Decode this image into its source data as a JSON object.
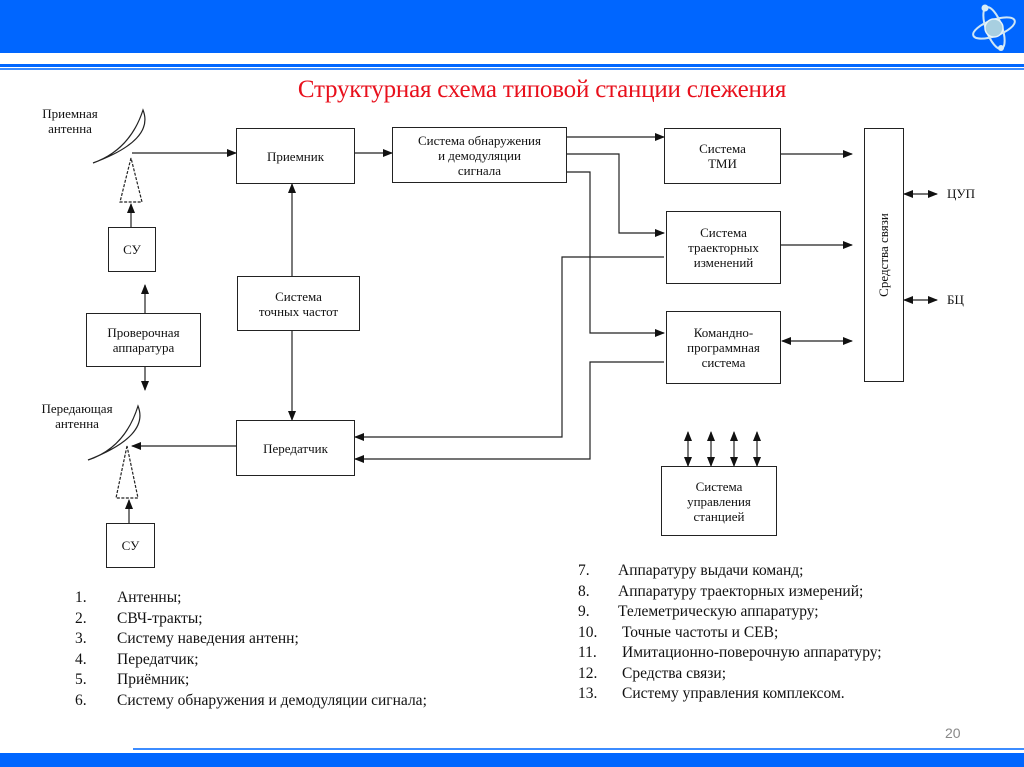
{
  "slide": {
    "title": "Структурная схема типовой станции слежения",
    "page_number": "20",
    "colors": {
      "header_blue": "#0066ff",
      "title_red": "#e8101c"
    },
    "logo_icon": "atom-icon"
  },
  "diagram": {
    "antenna_rx_label": [
      "Приемная",
      "антенна"
    ],
    "antenna_tx_label": [
      "Передающая",
      "антенна"
    ],
    "su_top": "СУ",
    "su_bottom": "СУ",
    "check_equipment": [
      "Проверочная",
      "аппаратура"
    ],
    "receiver": "Приемник",
    "detection": [
      "Система обнаружения",
      "и демодуляции",
      "сигнала"
    ],
    "freq_system": [
      "Система",
      "точных частот"
    ],
    "transmitter": "Передатчик",
    "tmi_system": [
      "Система",
      "ТМИ"
    ],
    "trajectory_system": [
      "Система",
      "траекторных",
      "изменений"
    ],
    "command_system": [
      "Командно-",
      "программная",
      "система"
    ],
    "comm_means": "Средства связи",
    "station_control": [
      "Система",
      "управления",
      "станцией"
    ],
    "cup": "ЦУП",
    "bc": "БЦ"
  },
  "list_left": [
    {
      "num": "1.",
      "text": "Антенны;"
    },
    {
      "num": "2.",
      "text": "СВЧ-тракты;"
    },
    {
      "num": "3.",
      "text": "Систему наведения антенн;"
    },
    {
      "num": "4.",
      "text": "Передатчик;"
    },
    {
      "num": "5.",
      "text": "Приёмник;"
    },
    {
      "num": "6.",
      "text": "Систему обнаружения и демодуляции сигнала;"
    }
  ],
  "list_right": [
    {
      "num": "7.",
      "text": "Аппаратуру выдачи команд;"
    },
    {
      "num": "8.",
      "text": "Аппаратуру траекторных измерений;"
    },
    {
      "num": "9.",
      "text": "Телеметрическую аппаратуру;"
    },
    {
      "num": "10.",
      "text": "Точные частоты и СЕВ;"
    },
    {
      "num": "11.",
      "text": "Имитационно-поверочную аппаратуру;"
    },
    {
      "num": "12.",
      "text": "Средства связи;"
    },
    {
      "num": "13.",
      "text": "Систему управления комплексом."
    }
  ]
}
